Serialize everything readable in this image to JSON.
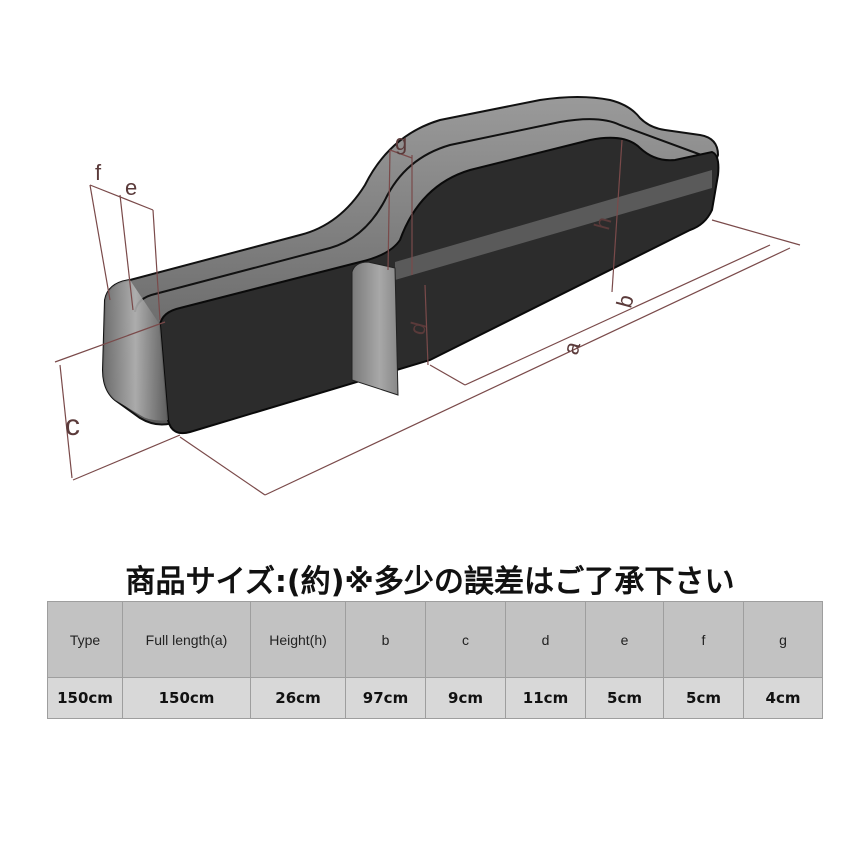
{
  "diagram": {
    "subject": "rod case / fishing rod bag",
    "dimension_labels": [
      "a",
      "b",
      "c",
      "d",
      "e",
      "f",
      "g",
      "h"
    ],
    "colors": {
      "body_dark": "#2a2a2a",
      "body_gray": "#8a8a8a",
      "dimension_line": "#7a4a4a"
    }
  },
  "title": "商品サイズ:(約)※多少の誤差はご了承下さい",
  "table": {
    "headers": [
      "Type",
      "Full length(a)",
      "Height(h)",
      "b",
      "c",
      "d",
      "e",
      "f",
      "g"
    ],
    "rows": [
      [
        "150cm",
        "150cm",
        "26cm",
        "97cm",
        "9cm",
        "11cm",
        "5cm",
        "5cm",
        "4cm"
      ]
    ]
  }
}
